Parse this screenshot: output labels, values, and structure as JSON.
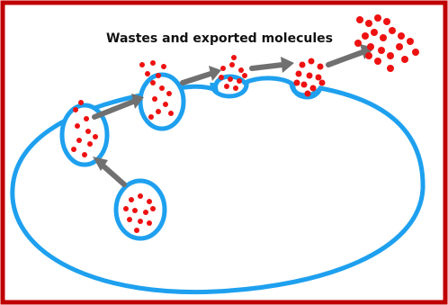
{
  "diagram": {
    "title": "Wastes and exported molecules",
    "colors": {
      "border": "#bf0000",
      "membrane": "#1ea0ef",
      "vesicle_fill": "#ffffff",
      "molecule": "#ee1111",
      "arrow": "#707070",
      "background": "#ffffff"
    },
    "stages": [
      "vesicle-forming",
      "vesicle-moving",
      "vesicle-approaching-membrane",
      "vesicle-fusing",
      "exocytosis-release",
      "molecules-released"
    ]
  }
}
